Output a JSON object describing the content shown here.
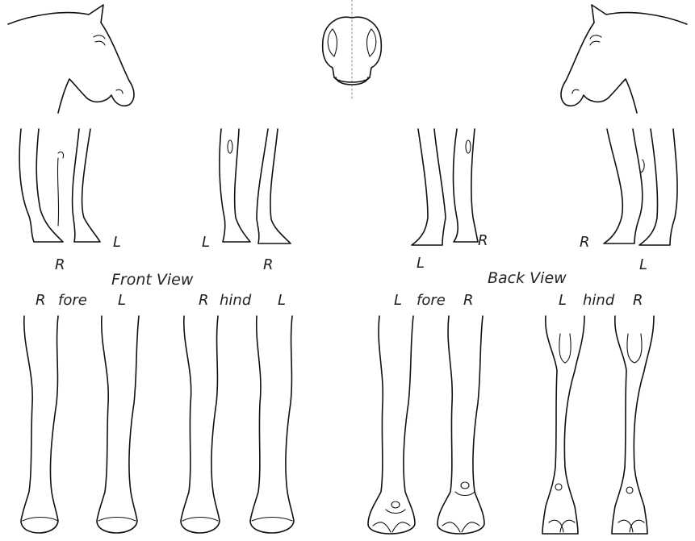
{
  "labels": {
    "front_view": "Front View",
    "back_view": "Back View",
    "fore": "fore",
    "hind": "hind",
    "right": "R",
    "left": "L"
  }
}
